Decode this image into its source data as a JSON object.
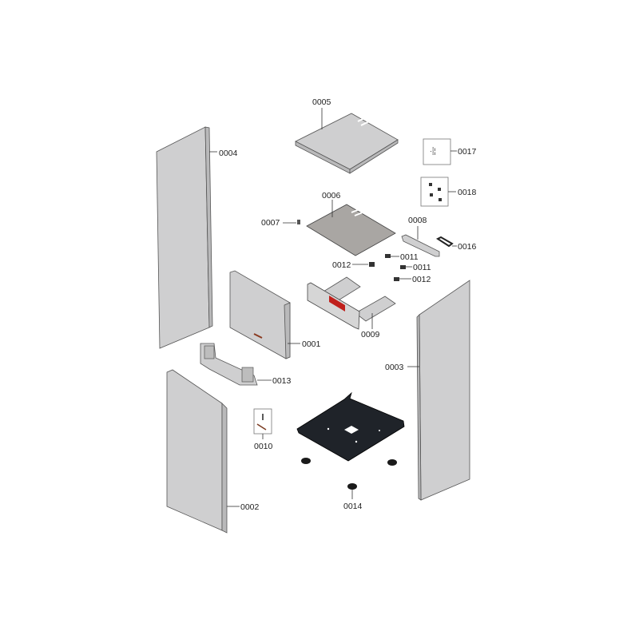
{
  "diagram": {
    "title": "Exploded view - casing",
    "colors": {
      "panel": "#cfcfd0",
      "base": "#1f2329",
      "highlight": "#c0201c"
    },
    "parts": {
      "p0001": "0001",
      "p0002": "0002",
      "p0003": "0003",
      "p0004": "0004",
      "p0005": "0005",
      "p0006": "0006",
      "p0007": "0007",
      "p0008": "0008",
      "p0009": "0009",
      "p0010": "0010",
      "p0011a": "0011",
      "p0011b": "0011",
      "p0012a": "0012",
      "p0012b": "0012",
      "p0013": "0013",
      "p0014": "0014",
      "p0016": "0016",
      "p0017": "0017",
      "p0018": "0018"
    }
  }
}
